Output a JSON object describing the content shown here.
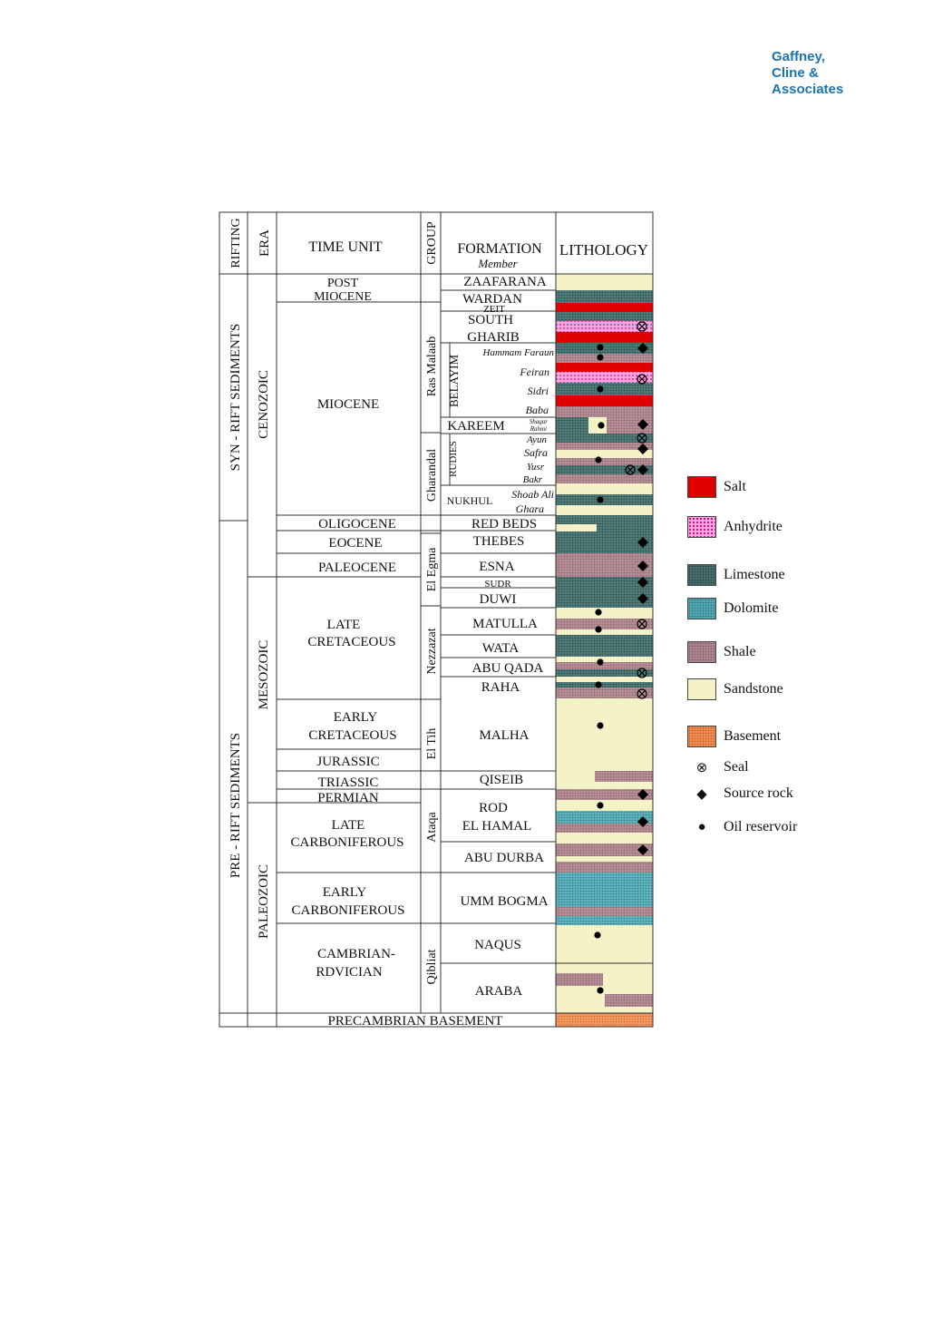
{
  "logo": {
    "line1": "Gaffney,",
    "line2": "Cline &",
    "line3": "Associates"
  },
  "header": {
    "rifting": "RIFTING",
    "era": "ERA",
    "time_unit": "TIME UNIT",
    "group": "GROUP",
    "formation": "FORMATION",
    "member": "Member",
    "lithology": "LITHOLOGY"
  },
  "rifting": [
    "SYN - RIFT SEDIMENTS",
    "PRE - RIFT SEDIMENTS"
  ],
  "eras": [
    "CENOZOIC",
    "MESOZOIC",
    "PALEOZOIC"
  ],
  "time_units": [
    [
      "POST",
      "MIOCENE"
    ],
    [
      "MIOCENE"
    ],
    [
      "OLIGOCENE"
    ],
    [
      "EOCENE"
    ],
    [
      "PALEOCENE"
    ],
    [
      "LATE",
      "CRETACEOUS"
    ],
    [
      "EARLY",
      "CRETACEOUS"
    ],
    [
      "JURASSIC"
    ],
    [
      "TRIASSIC"
    ],
    [
      "PERMIAN"
    ],
    [
      "LATE",
      "CARBONIFEROUS"
    ],
    [
      "EARLY",
      "CARBONIFEROUS"
    ],
    [
      "CAMBRIAN-",
      "RDVICIAN"
    ],
    [
      "PRECAMBRIAN BASEMENT"
    ]
  ],
  "groups": [
    "Ras Malaab",
    "Gharandal",
    "El Egma",
    "Nezzazat",
    "El Tih",
    "Ataqa",
    "Qibliat"
  ],
  "subgroups": [
    "BELAYIM",
    "RUDIES"
  ],
  "formations": [
    "ZAAFARANA",
    "WARDAN",
    "ZEIT",
    "SOUTH",
    "GHARIB",
    "KAREEM",
    "NUKHUL",
    "RED BEDS",
    "THEBES",
    "ESNA",
    "SUDR",
    "DUWI",
    "MATULLA",
    "WATA",
    "ABU QADA",
    "RAHA",
    "MALHA",
    "QISEIB",
    "ROD",
    "EL HAMAL",
    "ABU DURBA",
    "UMM BOGMA",
    "NAQUS",
    "ARABA"
  ],
  "members": [
    "Hammam Faraun",
    "Feiran",
    "Sidri",
    "Baba",
    "Shagar",
    "Rahmi",
    "Ayun",
    "Safra",
    "Yusr",
    "Bakr",
    "Shoab Ali",
    "Ghara"
  ],
  "legend": {
    "lithologies": [
      {
        "label": "Salt",
        "color": "#e00000"
      },
      {
        "label": "Anhydrite",
        "color": "#f4a6df"
      },
      {
        "label": "Limestone",
        "color": "#4f7a78"
      },
      {
        "label": "Dolomite",
        "color": "#5fb3bd"
      },
      {
        "label": "Shale",
        "color": "#b48d95"
      },
      {
        "label": "Sandstone",
        "color": "#f6f2c7"
      },
      {
        "label": "Basement",
        "color": "#f39a62"
      }
    ],
    "symbols": [
      {
        "label": "Seal",
        "glyph": "⊗"
      },
      {
        "label": "Source rock",
        "glyph": "◆"
      },
      {
        "label": "Oil reservoir",
        "glyph": "●"
      }
    ]
  }
}
